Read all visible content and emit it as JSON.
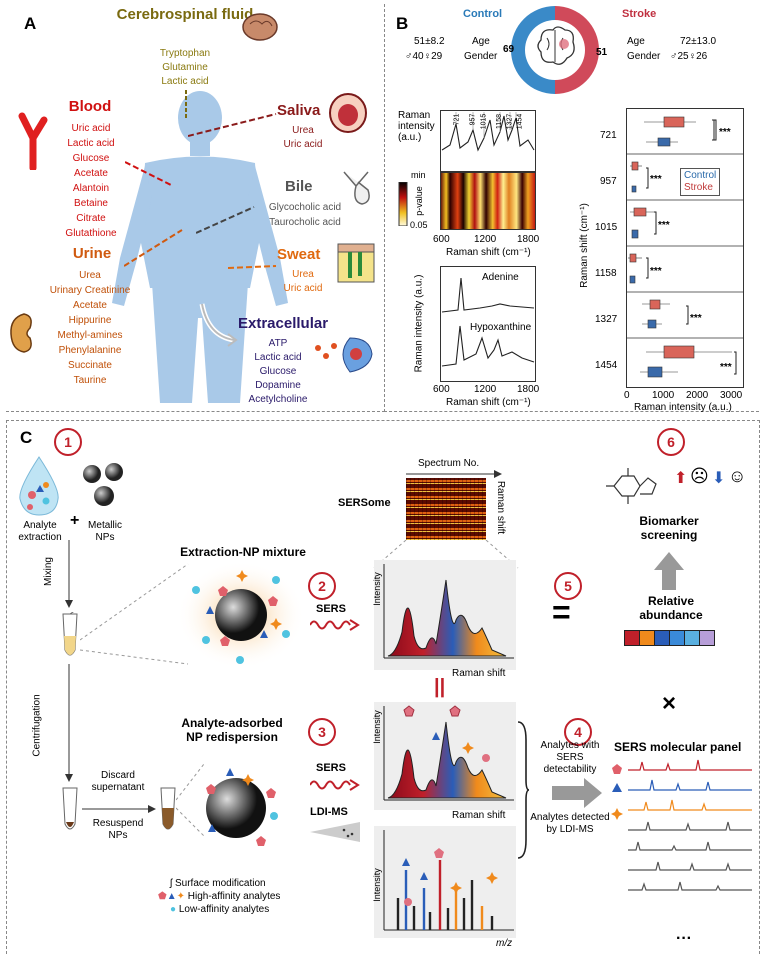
{
  "panel_a": {
    "label": "A",
    "csf": {
      "title": "Cerebrospinal fluid",
      "items": [
        "Tryptophan",
        "Glutamine",
        "Lactic acid"
      ]
    },
    "blood": {
      "title": "Blood",
      "items": [
        "Uric acid",
        "Lactic acid",
        "Glucose",
        "Acetate",
        "Alantoin",
        "Betaine",
        "Citrate",
        "Glutathione"
      ]
    },
    "saliva": {
      "title": "Saliva",
      "items": [
        "Urea",
        "Uric acid"
      ]
    },
    "bile": {
      "title": "Bile",
      "items": [
        "Glycocholic acid",
        "Taurocholic acid"
      ]
    },
    "sweat": {
      "title": "Sweat",
      "items": [
        "Urea",
        "Uric acid"
      ]
    },
    "urine": {
      "title": "Urine",
      "items": [
        "Urea",
        "Urinary Creatinine",
        "Acetate",
        "Hippurine",
        "Methyl-amines",
        "Phenylalanine",
        "Succinate",
        "Taurine"
      ]
    },
    "extracellular": {
      "title": "Extracellular",
      "items": [
        "ATP",
        "Lactic acid",
        "Glucose",
        "Dopamine",
        "Acetylcholine"
      ]
    }
  },
  "panel_b": {
    "label": "B",
    "control": {
      "title": "Control",
      "age_value": "51±8.2",
      "gender_male": "40",
      "gender_female": "29",
      "count": "69"
    },
    "stroke": {
      "title": "Stroke",
      "age_value": "72±13.0",
      "gender_male": "25",
      "gender_female": "26",
      "count": "51"
    },
    "age_label": "Age",
    "gender_label": "Gender",
    "top_plot": {
      "ylabel": "Raman intensity (a.u.)",
      "peaks": [
        "721",
        "957",
        "1015",
        "1158",
        "1327",
        "1454"
      ],
      "colorbar_min": "min",
      "colorbar_label": "p-value",
      "colorbar_max": "0.05",
      "xticks": [
        "600",
        "1200",
        "1800"
      ],
      "xlabel": "Raman shift (cm⁻¹)"
    },
    "bottom_plot": {
      "ylabel": "Raman intensity (a.u.)",
      "series": [
        "Adenine",
        "Hypoxanthine"
      ],
      "xticks": [
        "600",
        "1200",
        "1800"
      ],
      "xlabel": "Raman shift (cm⁻¹)"
    },
    "box_plot": {
      "ylabel": "Raman shift (cm⁻¹)",
      "rows": [
        "721",
        "957",
        "1015",
        "1158",
        "1327",
        "1454"
      ],
      "sig": "***",
      "legend": [
        "Control",
        "Stroke"
      ],
      "xticks": [
        "0",
        "1000",
        "2000",
        "3000"
      ],
      "xlabel": "Raman intensity (a.u.)"
    }
  },
  "panel_c": {
    "label": "C",
    "steps": [
      "1",
      "2",
      "3",
      "4",
      "5",
      "6"
    ],
    "analyte_extraction": "Analyte extraction",
    "plus": "+",
    "metallic_nps": "Metallic NPs",
    "mixing": "Mixing",
    "centrifugation": "Centrifugation",
    "discard": "Discard supernatant",
    "resuspend": "Resuspend NPs",
    "mixture_title": "Extraction-NP mixture",
    "redispersion_title": "Analyte-adsorbed NP redispersion",
    "sers": "SERS",
    "ldims": "LDI-MS",
    "spectrum_no": "Spectrum No.",
    "sersome": "SERSome",
    "raman_shift": "Raman shift",
    "intensity": "Intensity",
    "mz": "m/z",
    "equals": "=",
    "parallel": "||",
    "relative_abundance": "Relative abundance",
    "biomarker_screening": "Biomarker screening",
    "times": "×",
    "analytes_sers": "Analytes with SERS detectability",
    "analytes_ldi": "Analytes detected by LDI-MS",
    "panel_title": "SERS molecular panel",
    "ellipsis": "···",
    "legend": [
      "Surface modification",
      "High-affinity analytes",
      "Low-affinity analytes"
    ],
    "colors": {
      "red": "#c0202a",
      "blue": "#2a5db8",
      "orange": "#f08a1c",
      "cyan": "#4fc3e0",
      "rose": "#e07080"
    }
  }
}
